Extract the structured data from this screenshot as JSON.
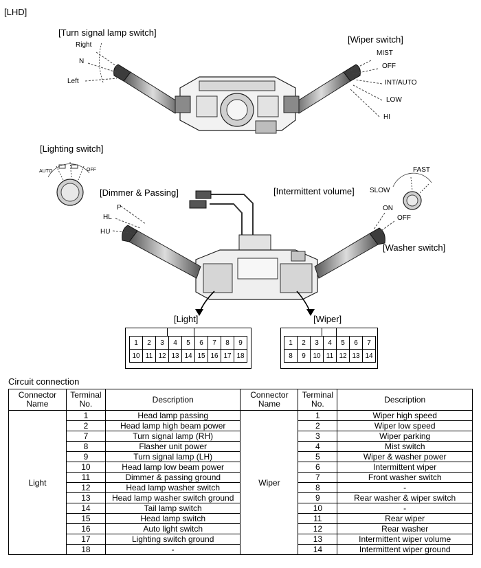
{
  "header": {
    "lhd": "[LHD]"
  },
  "top_labels": {
    "turn_signal": "[Turn signal lamp switch]",
    "right": "Right",
    "n": "N",
    "left": "Left",
    "wiper": "[Wiper switch]",
    "mist": "MIST",
    "off": "OFF",
    "int_auto": "INT/AUTO",
    "low": "LOW",
    "hi": "HI"
  },
  "mid_labels": {
    "lighting": "[Lighting switch]",
    "auto": "AUTO",
    "off": "OFF",
    "dimmer": "[Dimmer & Passing]",
    "p": "P",
    "hl": "HL",
    "hu": "HU",
    "intermittent": "[Intermittent volume]",
    "fast": "FAST",
    "slow": "SLOW",
    "washer_on": "ON",
    "washer_off": "OFF",
    "washer": "[Washer switch]"
  },
  "connectors": {
    "light": {
      "title": "[Light]",
      "row1": [
        "1",
        "2",
        "3",
        "4",
        "5",
        "6",
        "7",
        "8",
        "9"
      ],
      "row2": [
        "10",
        "11",
        "12",
        "13",
        "14",
        "15",
        "16",
        "17",
        "18"
      ]
    },
    "wiper": {
      "title": "[Wiper]",
      "row1": [
        "1",
        "2",
        "3",
        "4",
        "5",
        "6",
        "7"
      ],
      "row2": [
        "8",
        "9",
        "10",
        "11",
        "12",
        "13",
        "14"
      ]
    }
  },
  "circuit": {
    "title": "Circuit connection",
    "headers": {
      "connector_name": "Connector Name",
      "terminal_no": "Terminal No.",
      "description": "Description"
    },
    "light": {
      "name": "Light",
      "rows": [
        {
          "no": "1",
          "desc": "Head lamp passing"
        },
        {
          "no": "2",
          "desc": "Head lamp high beam power"
        },
        {
          "no": "7",
          "desc": "Turn signal lamp (RH)"
        },
        {
          "no": "8",
          "desc": "Flasher unit power"
        },
        {
          "no": "9",
          "desc": "Turn signal lamp (LH)"
        },
        {
          "no": "10",
          "desc": "Head lamp low beam power"
        },
        {
          "no": "11",
          "desc": "Dimmer & passing ground"
        },
        {
          "no": "12",
          "desc": "Head lamp washer switch"
        },
        {
          "no": "13",
          "desc": "Head lamp washer switch ground"
        },
        {
          "no": "14",
          "desc": "Tail lamp switch"
        },
        {
          "no": "15",
          "desc": "Head lamp switch"
        },
        {
          "no": "16",
          "desc": "Auto light switch"
        },
        {
          "no": "17",
          "desc": "Lighting switch ground"
        },
        {
          "no": "18",
          "desc": "-"
        }
      ]
    },
    "wiper": {
      "name": "Wiper",
      "rows": [
        {
          "no": "1",
          "desc": "Wiper high speed"
        },
        {
          "no": "2",
          "desc": "Wiper low speed"
        },
        {
          "no": "3",
          "desc": "Wiper parking"
        },
        {
          "no": "4",
          "desc": "Mist switch"
        },
        {
          "no": "5",
          "desc": "Wiper & washer power"
        },
        {
          "no": "6",
          "desc": "Intermittent wiper"
        },
        {
          "no": "7",
          "desc": "Front washer switch"
        },
        {
          "no": "8",
          "desc": "-"
        },
        {
          "no": "9",
          "desc": "Rear washer & wiper switch"
        },
        {
          "no": "10",
          "desc": "-"
        },
        {
          "no": "11",
          "desc": "Rear wiper"
        },
        {
          "no": "12",
          "desc": "Rear washer"
        },
        {
          "no": "13",
          "desc": "Intermittent wiper volume"
        },
        {
          "no": "14",
          "desc": "Intermittent wiper ground"
        }
      ]
    }
  }
}
